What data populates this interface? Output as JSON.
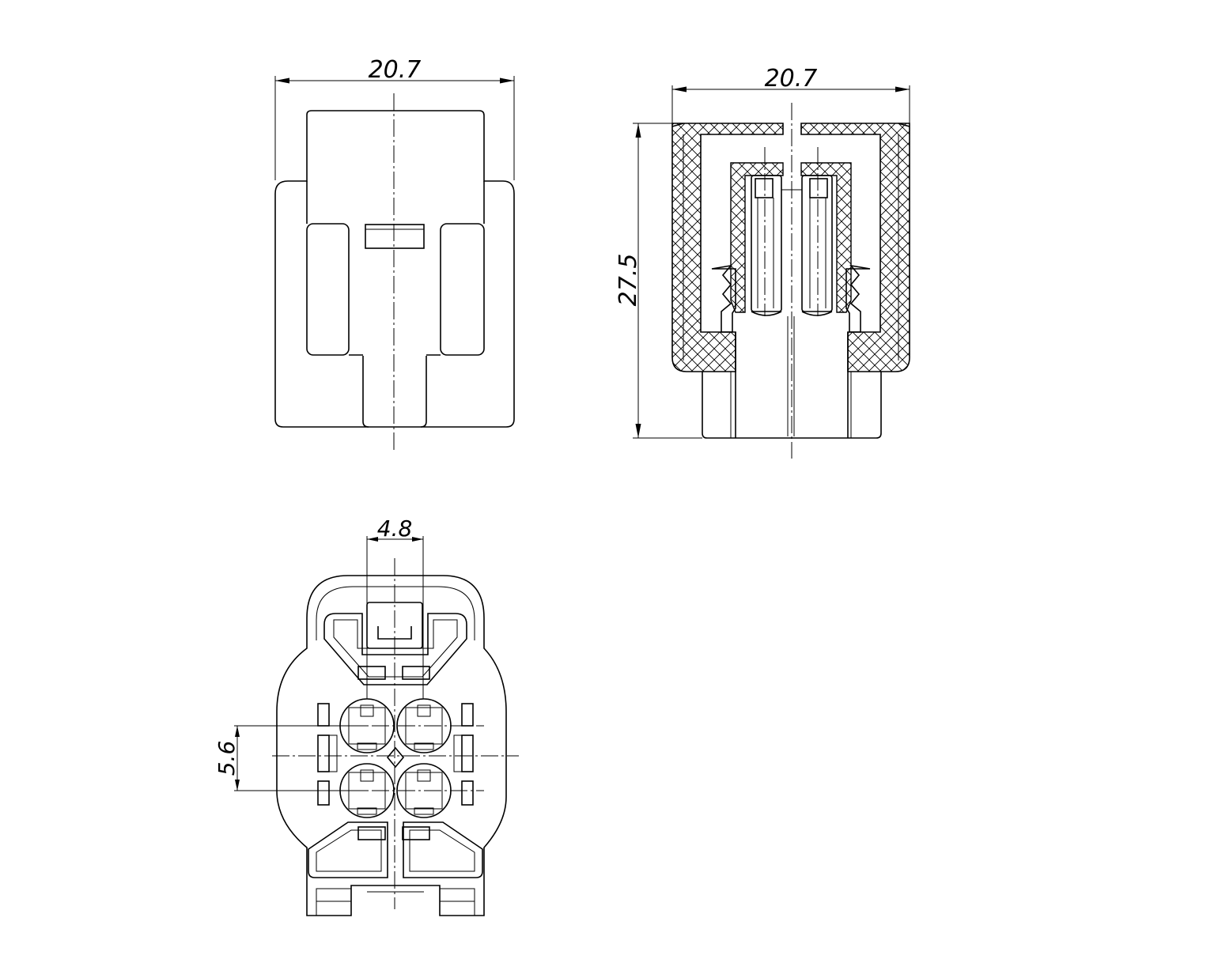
{
  "drawing": {
    "type": "technical-drawing",
    "subject": "4-pin connector housing",
    "views": [
      "top",
      "section",
      "front"
    ],
    "line_color": "#000000",
    "background": "#ffffff"
  },
  "dimensions": {
    "top_width": "20.7",
    "section_width": "20.7",
    "section_height": "27.5",
    "front_pitch_h": "4.8",
    "front_pitch_v": "5.6"
  }
}
